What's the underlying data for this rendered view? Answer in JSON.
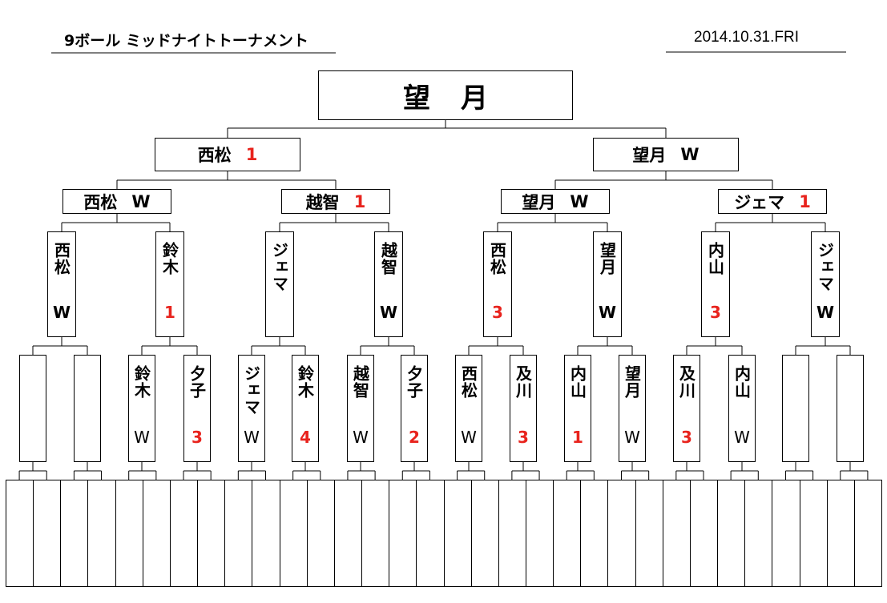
{
  "header": {
    "title": "9ボール ミッドナイトトーナメント",
    "date": "2014.10.31.FRI"
  },
  "colors": {
    "win": "#000000",
    "loss_score": "#e8231d"
  },
  "champion": {
    "name": "望月"
  },
  "semifinal": [
    {
      "name": "西松",
      "result": "1"
    },
    {
      "name": "望月",
      "result": "W"
    }
  ],
  "quarterfinal": [
    {
      "name": "西松",
      "result": "W"
    },
    {
      "name": "越智",
      "result": "1"
    },
    {
      "name": "望月",
      "result": "W"
    },
    {
      "name": "ジェマ",
      "result": "1"
    }
  ],
  "round16": [
    {
      "name": "西松",
      "result": "W"
    },
    {
      "name": "鈴木",
      "result": "1"
    },
    {
      "name": "ジェマ",
      "result": ""
    },
    {
      "name": "越智",
      "result": "W"
    },
    {
      "name": "西松",
      "result": "3"
    },
    {
      "name": "望月",
      "result": "W"
    },
    {
      "name": "内山",
      "result": "3"
    },
    {
      "name": "ジェマ",
      "result": "W"
    }
  ],
  "round32": [
    {
      "name": "",
      "result": ""
    },
    {
      "name": "",
      "result": ""
    },
    {
      "name": "鈴木",
      "result": "W"
    },
    {
      "name": "夕子",
      "result": "3"
    },
    {
      "name": "ジェマ",
      "result": "W"
    },
    {
      "name": "鈴木",
      "result": "4"
    },
    {
      "name": "越智",
      "result": "W"
    },
    {
      "name": "夕子",
      "result": "2"
    },
    {
      "name": "西松",
      "result": "W"
    },
    {
      "name": "及川",
      "result": "3"
    },
    {
      "name": "内山",
      "result": "1"
    },
    {
      "name": "望月",
      "result": "W"
    },
    {
      "name": "及川",
      "result": "3"
    },
    {
      "name": "内山",
      "result": "W"
    },
    {
      "name": "",
      "result": ""
    },
    {
      "name": "",
      "result": ""
    }
  ]
}
